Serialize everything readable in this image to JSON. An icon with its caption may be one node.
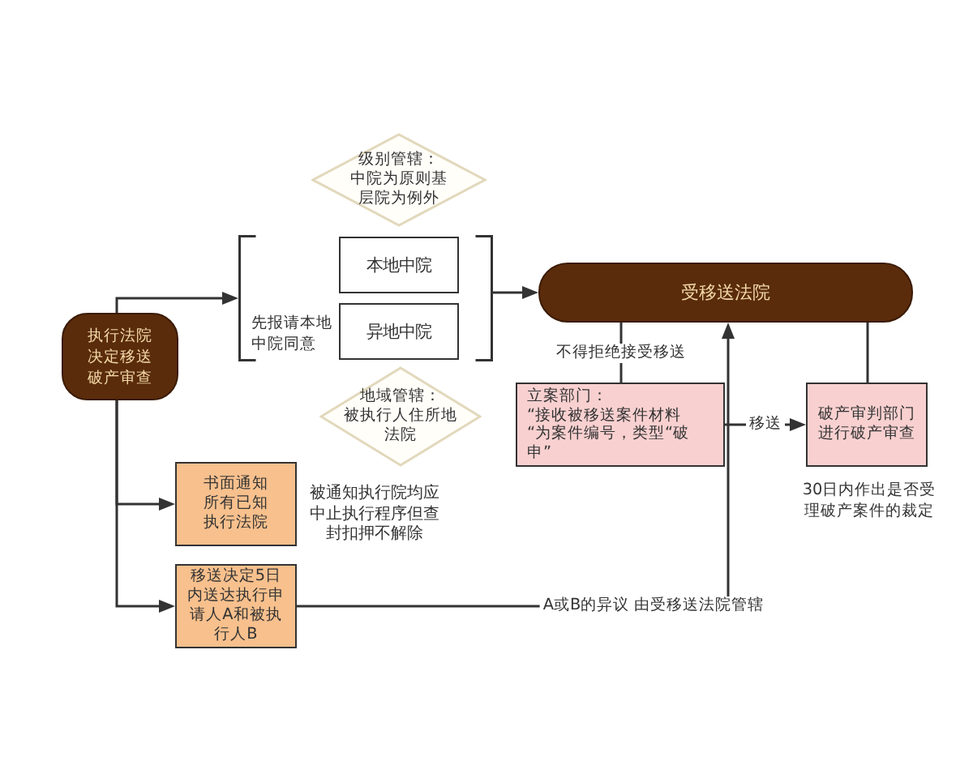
{
  "diagram": {
    "nodes": [
      {
        "text": [
          "级别管辖：",
          "中院为原则基层院为例外"
        ]
      },
      {
        "text": [],
        "shape": "bracket"
      },
      {
        "text": [
          "本地中院"
        ],
        "in": 1
      },
      {
        "text": [
          "异地中院"
        ],
        "in": 1,
        "beside": [
          "先报请本地中院同意"
        ]
      },
      {
        "text": [
          "受移送法院"
        ]
      },
      {
        "text": [
          "执行法院决定移送破产审查"
        ]
      },
      {
        "text": [
          "地域管辖：",
          "被执行人住所地法院"
        ]
      },
      {
        "text": [
          "立案部门：",
          "“接收被移送案件材料",
          "“为案件编号，类型“破申”"
        ]
      },
      {
        "text": [
          "破产审判部门进行破产审查"
        ],
        "beside": [
          "30日内作出是否受理破产案件的裁定"
        ]
      },
      {
        "text": [
          "书面通知所有已知执行法院"
        ],
        "beside": [
          "被通知执行院均应中止执行程序但查封扣押不解除"
        ]
      },
      {
        "text": [
          "移送决定5日内送达执行申请人A和被执行人B"
        ]
      }
    ],
    "edges": [
      {
        "from": 5,
        "to": 1,
        "arrow": "to"
      },
      {
        "from": 1,
        "to": 4,
        "arrow": "to"
      },
      {
        "from": 4,
        "to": 7,
        "arrow": "none",
        "label": "不得拒绝接受移送"
      },
      {
        "from": 4,
        "to": 8,
        "arrow": "none"
      },
      {
        "from": 7,
        "to": 8,
        "arrow": "to",
        "label": "移送"
      },
      {
        "from": 5,
        "to": 9,
        "arrow": "to"
      },
      {
        "from": 5,
        "to": 10,
        "arrow": "to"
      },
      {
        "from": 10,
        "to": 4,
        "arrow": "to",
        "label": "A或B的异议 由受移送法院管辖"
      }
    ]
  }
}
